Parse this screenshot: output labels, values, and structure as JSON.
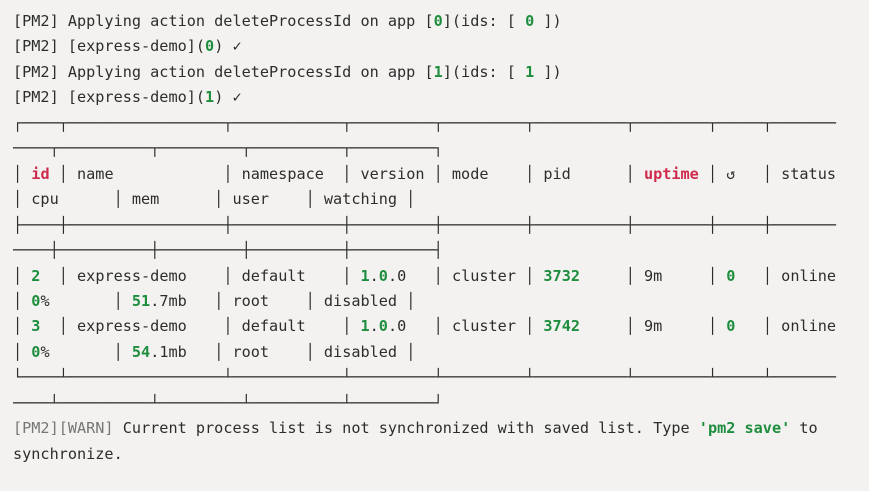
{
  "terminal": {
    "background": "#f3f2f0",
    "text_color": "#2d2d2d",
    "colors": {
      "default": "#2d2d2d",
      "green": "#1e8e3e",
      "red": "#cf2b4e",
      "gray": "#767676"
    },
    "lines": [
      {
        "segments": [
          {
            "t": "[PM2] Applying action deleteProcessId on app ["
          },
          {
            "t": "0",
            "c": "green",
            "b": true
          },
          {
            "t": "](ids: [ "
          },
          {
            "t": "0",
            "c": "green",
            "b": true
          },
          {
            "t": " ])"
          }
        ]
      },
      {
        "segments": [
          {
            "t": "[PM2] [express-demo]("
          },
          {
            "t": "0",
            "c": "green",
            "b": true
          },
          {
            "t": ") "
          },
          {
            "t": "✓",
            "n": "check-icon"
          }
        ]
      },
      {
        "segments": [
          {
            "t": "[PM2] Applying action deleteProcessId on app ["
          },
          {
            "t": "1",
            "c": "green",
            "b": true
          },
          {
            "t": "](ids: [ "
          },
          {
            "t": "1",
            "c": "green",
            "b": true
          },
          {
            "t": " ])"
          }
        ]
      },
      {
        "segments": [
          {
            "t": "[PM2] [express-demo]("
          },
          {
            "t": "1",
            "c": "green",
            "b": true
          },
          {
            "t": ") "
          },
          {
            "t": "✓",
            "n": "check-icon"
          }
        ]
      },
      {
        "segments": [
          {
            "t": "┌────┬─────────────────┬────────────┬─────────┬─────────┬──────────┬────────┬─────┬───────"
          }
        ]
      },
      {
        "segments": [
          {
            "t": "────┬──────────┬─────────┬──────────┬─────────┐"
          }
        ]
      },
      {
        "segments": [
          {
            "t": "│ "
          },
          {
            "t": "id",
            "c": "red",
            "b": true
          },
          {
            "t": " │ name            │ namespace  │ version │ mode    │ pid      │ "
          },
          {
            "t": "uptime",
            "c": "red",
            "b": true
          },
          {
            "t": " │ "
          },
          {
            "t": "↺",
            "n": "restart-icon"
          },
          {
            "t": "   │ status"
          }
        ]
      },
      {
        "segments": [
          {
            "t": "│ cpu      │ mem      │ user    │ watching │"
          }
        ]
      },
      {
        "segments": [
          {
            "t": "├────┼─────────────────┼────────────┼─────────┼─────────┼──────────┼────────┼─────┼───────"
          }
        ]
      },
      {
        "segments": [
          {
            "t": "────┼──────────┼─────────┼──────────┼─────────┤"
          }
        ]
      },
      {
        "segments": [
          {
            "t": "│ "
          },
          {
            "t": "2",
            "c": "green",
            "b": true
          },
          {
            "t": "  │ express-demo    │ default    │ "
          },
          {
            "t": "1",
            "c": "green",
            "b": true
          },
          {
            "t": "."
          },
          {
            "t": "0",
            "c": "green",
            "b": true
          },
          {
            "t": ".0   │ cluster │ "
          },
          {
            "t": "3732",
            "c": "green",
            "b": true
          },
          {
            "t": "     │ 9m     │ "
          },
          {
            "t": "0",
            "c": "green",
            "b": true
          },
          {
            "t": "   │ online"
          }
        ]
      },
      {
        "segments": [
          {
            "t": "│ "
          },
          {
            "t": "0",
            "c": "green",
            "b": true
          },
          {
            "t": "%       │ "
          },
          {
            "t": "51",
            "c": "green",
            "b": true
          },
          {
            "t": ".7mb   │ root    │ disabled │"
          }
        ]
      },
      {
        "segments": [
          {
            "t": "│ "
          },
          {
            "t": "3",
            "c": "green",
            "b": true
          },
          {
            "t": "  │ express-demo    │ default    │ "
          },
          {
            "t": "1",
            "c": "green",
            "b": true
          },
          {
            "t": "."
          },
          {
            "t": "0",
            "c": "green",
            "b": true
          },
          {
            "t": ".0   │ cluster │ "
          },
          {
            "t": "3742",
            "c": "green",
            "b": true
          },
          {
            "t": "     │ 9m     │ "
          },
          {
            "t": "0",
            "c": "green",
            "b": true
          },
          {
            "t": "   │ online"
          }
        ]
      },
      {
        "segments": [
          {
            "t": "│ "
          },
          {
            "t": "0",
            "c": "green",
            "b": true
          },
          {
            "t": "%       │ "
          },
          {
            "t": "54",
            "c": "green",
            "b": true
          },
          {
            "t": ".1mb   │ root    │ disabled │"
          }
        ]
      },
      {
        "segments": [
          {
            "t": "└────┴─────────────────┴────────────┴─────────┴─────────┴──────────┴────────┴─────┴───────"
          }
        ]
      },
      {
        "segments": [
          {
            "t": "────┴──────────┴─────────┴──────────┴─────────┘"
          }
        ]
      },
      {
        "segments": [
          {
            "t": "[PM2][WARN] ",
            "c": "gray"
          },
          {
            "t": "Current process list is not synchronized with saved list. Type "
          },
          {
            "t": "'pm2 save'",
            "c": "green",
            "b": true
          },
          {
            "t": " to"
          }
        ]
      },
      {
        "segments": [
          {
            "t": "synchronize."
          }
        ]
      }
    ]
  }
}
